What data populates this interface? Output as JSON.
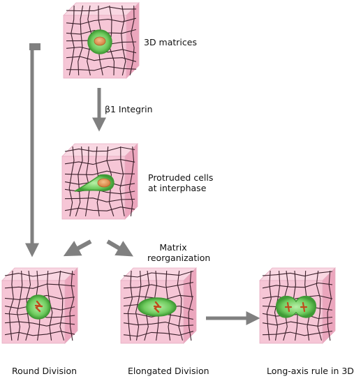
{
  "labels": {
    "matrices": "3D matrices",
    "integrin": "β1 Integrin",
    "protruded_1": "Protruded cells",
    "protruded_2": "at interphase",
    "matrix_1": "Matrix",
    "matrix_2": "reorganization",
    "round": "Round Division",
    "elongated": "Elongated Division",
    "longaxis": "Long-axis rule in 3D"
  },
  "colors": {
    "cube_front": "#f6c6d6",
    "cube_top": "#f9d7e2",
    "cube_side": "#eba6bd",
    "fiber": "#3a1f2a",
    "arrow": "#808080",
    "cell_outer": "#3f9a35",
    "cell_inner": "#8fdc7a",
    "nucleus": "#e89a55",
    "chromosome": "#c04a1c"
  }
}
